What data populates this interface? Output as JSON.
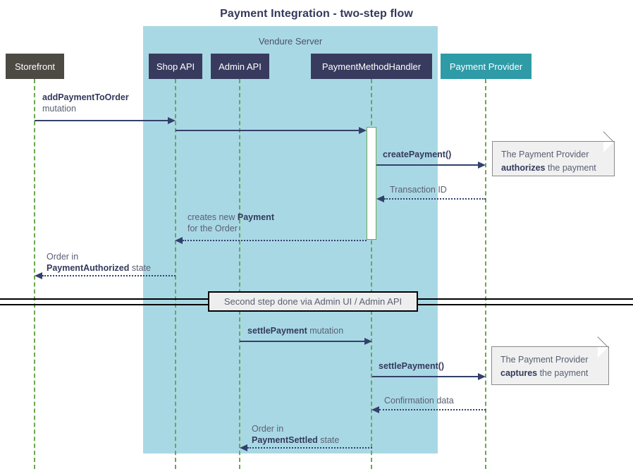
{
  "diagram": {
    "title": "Payment Integration - two-step flow",
    "type": "sequence-diagram",
    "group": {
      "label": "Vendure Server",
      "color": "#a9d8e5"
    },
    "colors": {
      "background": "#ffffff",
      "group_fill": "#a9d8e5",
      "participant_external": "#4d4a44",
      "participant_internal": "#383b5e",
      "participant_provider": "#2e9ba7",
      "lifeline": "#6aa84f",
      "arrow": "#33406b",
      "note_fill": "#f0f0f0",
      "note_border": "#8a8a8a",
      "title_text": "#33395c",
      "label_text": "#5a6072"
    },
    "participants": [
      {
        "id": "storefront",
        "label": "Storefront",
        "group": "external"
      },
      {
        "id": "shop-api",
        "label": "Shop API",
        "group": "vendure-server"
      },
      {
        "id": "admin-api",
        "label": "Admin API",
        "group": "vendure-server"
      },
      {
        "id": "handler",
        "label": "PaymentMethodHandler",
        "group": "vendure-server"
      },
      {
        "id": "provider",
        "label": "Payment Provider",
        "group": "external"
      }
    ],
    "messages": [
      {
        "id": "m1",
        "from": "storefront",
        "to": "shop-api",
        "style": "solid",
        "label_lines": [
          {
            "bold": "addPaymentToOrder",
            "plain": ""
          },
          {
            "bold": "",
            "plain": "mutation"
          }
        ]
      },
      {
        "id": "m2",
        "from": "shop-api",
        "to": "handler",
        "style": "solid",
        "label_lines": []
      },
      {
        "id": "m3",
        "from": "handler",
        "to": "provider",
        "style": "solid",
        "label_lines": [
          {
            "bold": "createPayment()",
            "plain": ""
          }
        ]
      },
      {
        "id": "m4",
        "from": "provider",
        "to": "handler",
        "style": "dotted",
        "label_lines": [
          {
            "bold": "",
            "plain": "Transaction ID"
          }
        ]
      },
      {
        "id": "m5",
        "from": "handler",
        "to": "shop-api",
        "style": "dotted",
        "label_lines": [
          {
            "bold": "Payment",
            "plain": "creates new "
          },
          {
            "bold": "",
            "plain": "for the Order"
          }
        ]
      },
      {
        "id": "m6",
        "from": "shop-api",
        "to": "storefront",
        "style": "dotted",
        "label_lines": [
          {
            "bold": "",
            "plain": "Order in"
          },
          {
            "bold": "PaymentAuthorized",
            "plain": " state"
          }
        ]
      },
      {
        "id": "m7",
        "from": "admin-api",
        "to": "handler",
        "style": "solid",
        "label_lines": [
          {
            "bold": "settlePayment",
            "plain": " mutation"
          }
        ]
      },
      {
        "id": "m8",
        "from": "handler",
        "to": "provider",
        "style": "solid",
        "label_lines": [
          {
            "bold": "settlePayment()",
            "plain": ""
          }
        ]
      },
      {
        "id": "m9",
        "from": "provider",
        "to": "handler",
        "style": "dotted",
        "label_lines": [
          {
            "bold": "",
            "plain": "Confirmation data"
          }
        ]
      },
      {
        "id": "m10",
        "from": "handler",
        "to": "admin-api",
        "style": "dotted",
        "label_lines": [
          {
            "bold": "",
            "plain": "Order in"
          },
          {
            "bold": "PaymentSettled",
            "plain": " state"
          }
        ]
      }
    ],
    "notes": [
      {
        "id": "note-authorize",
        "line1": "The Payment Provider",
        "line2_bold": "authorizes",
        "line2_rest": " the payment"
      },
      {
        "id": "note-capture",
        "line1": "The Payment Provider",
        "line2_bold": "captures",
        "line2_rest": " the payment"
      }
    ],
    "divider": {
      "label": "Second step done via Admin UI / Admin API"
    },
    "labels": {
      "m1_line1": "addPaymentToOrder",
      "m1_line2": "mutation",
      "m3": "createPayment()",
      "m4": "Transaction ID",
      "m5_line1_plain": "creates new ",
      "m5_line1_bold": "Payment",
      "m5_line2": "for the Order",
      "m6_line1": "Order in",
      "m6_line2_bold": "PaymentAuthorized",
      "m6_line2_rest": " state",
      "m7_bold": "settlePayment",
      "m7_rest": " mutation",
      "m8": "settlePayment()",
      "m9": "Confirmation data",
      "m10_line1": "Order in",
      "m10_line2_bold": "PaymentSettled",
      "m10_line2_rest": " state"
    }
  }
}
